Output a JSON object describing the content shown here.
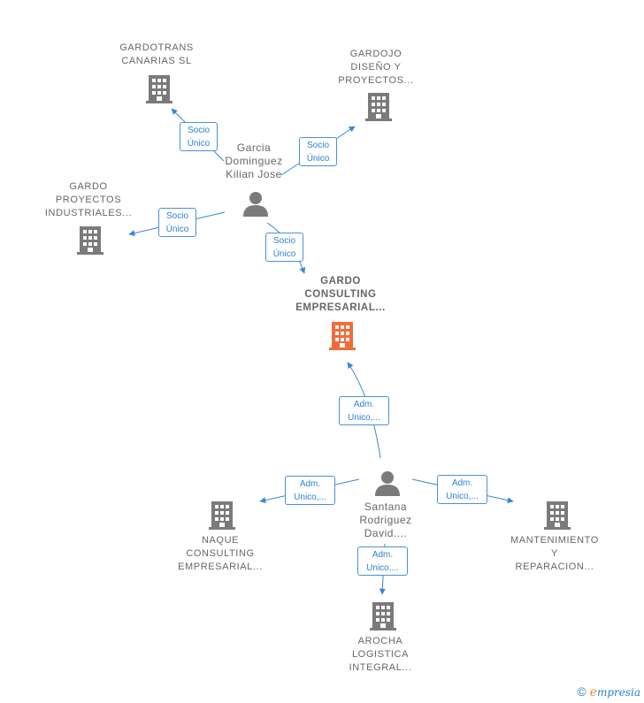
{
  "nodes": {
    "gardotrans": {
      "label": "GARDOTRANS\nCANARIAS  SL",
      "icon": "building-icon"
    },
    "gardojo": {
      "label": "GARDOJO\nDISEÑO Y\nPROYECTOS...",
      "icon": "building-icon"
    },
    "garcia": {
      "label": "Garcia\nDominguez\nKilian Jose",
      "icon": "person-icon"
    },
    "gardo_proyectos": {
      "label": "GARDO\nPROYECTOS\nINDUSTRIALES...",
      "icon": "building-icon"
    },
    "gardo_consulting": {
      "label": "GARDO\nCONSULTING\nEMPRESARIAL...",
      "icon": "building-icon"
    },
    "santana": {
      "label": "Santana\nRodriguez\nDavid....",
      "icon": "person-icon"
    },
    "naque": {
      "label": "NAQUE\nCONSULTING\nEMPRESARIAL...",
      "icon": "building-icon"
    },
    "mantenimiento": {
      "label": "MANTENIMIENTO\nY\nREPARACION...",
      "icon": "building-icon"
    },
    "arocha": {
      "label": "AROCHA\nLOGISTICA\nINTEGRAL...",
      "icon": "building-icon"
    }
  },
  "edges": {
    "e1": {
      "label": "Socio\nÚnico"
    },
    "e2": {
      "label": "Socio\nÚnico"
    },
    "e3": {
      "label": "Socio\nÚnico"
    },
    "e4": {
      "label": "Socio\nÚnico"
    },
    "e5": {
      "label": "Adm.\nUnico,..."
    },
    "e6": {
      "label": "Adm.\nUnico,..."
    },
    "e7": {
      "label": "Adm.\nUnico,..."
    },
    "e8": {
      "label": "Adm.\nUnico,..."
    }
  },
  "colors": {
    "edge": "#3a86d6",
    "building": "#7a7a7a",
    "building_highlight": "#f26b3a",
    "person": "#7a7a7a"
  },
  "footer": {
    "copyright": "©",
    "brand_first": "e",
    "brand_rest": "mpresia"
  }
}
